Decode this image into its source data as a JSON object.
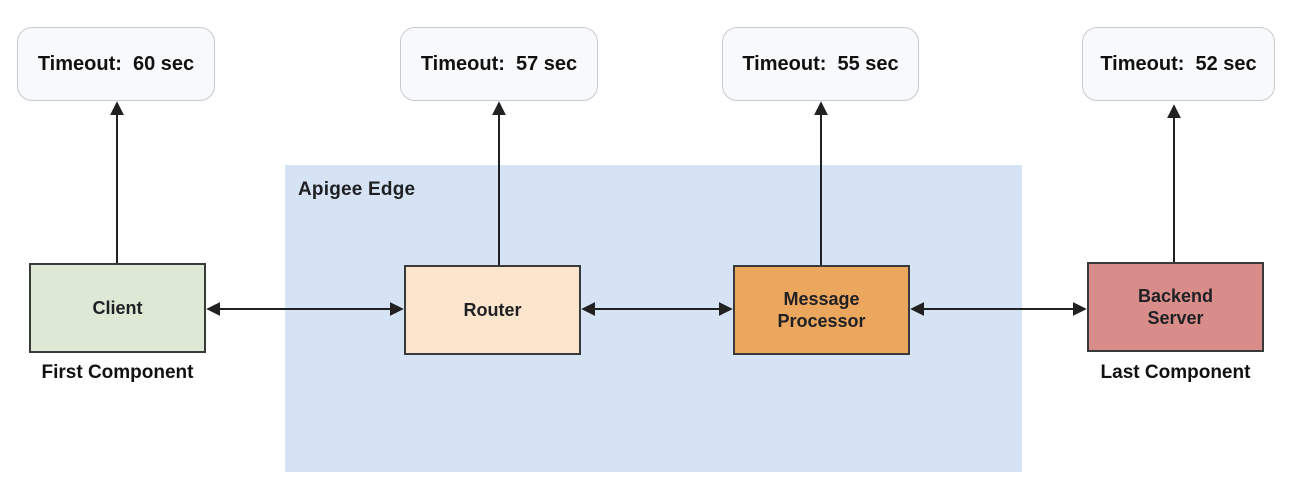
{
  "canvas": {
    "background": "#ffffff"
  },
  "apigee_region": {
    "label": "Apigee Edge",
    "background": "#d5e3f4"
  },
  "timeout_boxes": [
    {
      "target": "client",
      "label": "Timeout:  60 sec"
    },
    {
      "target": "router",
      "label": "Timeout:  57 sec"
    },
    {
      "target": "message_processor",
      "label": "Timeout:  55 sec"
    },
    {
      "target": "backend_server",
      "label": "Timeout:  52 sec"
    }
  ],
  "timeout_box_style": {
    "background": "#f8f9fb",
    "border": "#c7cbd0"
  },
  "components": {
    "client": {
      "label": "Client",
      "caption": "First Component",
      "background": "#dde8d5"
    },
    "router": {
      "label": "Router",
      "background": "#fce5cd"
    },
    "message_processor": {
      "label": "Message Processor",
      "background": "#eca75f"
    },
    "backend_server": {
      "label": "Backend Server",
      "caption": "Last Component",
      "background": "#d88d8b"
    }
  },
  "connections": [
    {
      "from": "client",
      "to": "router",
      "type": "bidirectional"
    },
    {
      "from": "router",
      "to": "message_processor",
      "type": "bidirectional"
    },
    {
      "from": "message_processor",
      "to": "backend_server",
      "type": "bidirectional"
    },
    {
      "from": "client",
      "to": "timeout_60",
      "type": "up-arrow"
    },
    {
      "from": "router",
      "to": "timeout_57",
      "type": "up-arrow"
    },
    {
      "from": "message_processor",
      "to": "timeout_55",
      "type": "up-arrow"
    },
    {
      "from": "backend_server",
      "to": "timeout_52",
      "type": "up-arrow"
    }
  ],
  "connector_color": "#212121",
  "box_border_color": "#38393b",
  "text_color": "#202124"
}
